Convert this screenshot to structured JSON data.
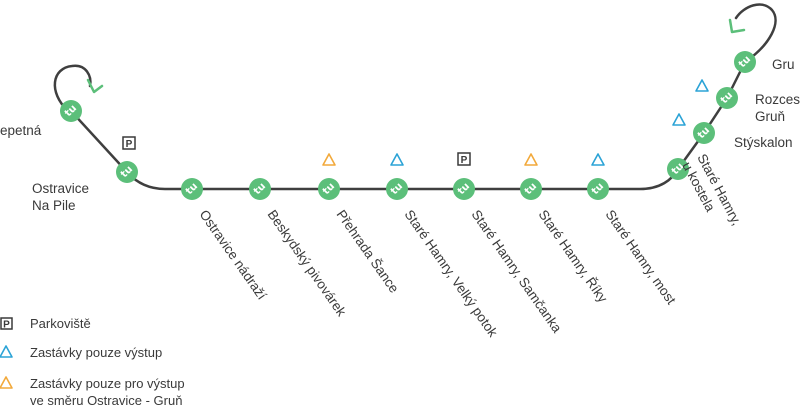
{
  "colors": {
    "line": "#3f3f3f",
    "stop": "#5cbf7a",
    "arrow": "#5cbf7a",
    "exit_only": "#2ba3d6",
    "exit_direction": "#f2a93b",
    "parking": "#3a3a3a"
  },
  "stops": [
    {
      "name": "Ostravice, Lepetná",
      "shown_label": "epetná",
      "bus_icon": "tu"
    },
    {
      "name": "Ostravice Na Pile",
      "label_lines": [
        "Ostravice",
        "Na Pile"
      ],
      "bus_icon": "tu",
      "marker": "parking"
    },
    {
      "name": "Ostravice nádraží",
      "bus_icon": "tu"
    },
    {
      "name": "Beskydský pivovárek",
      "bus_icon": "tu"
    },
    {
      "name": "Přehrada Šance",
      "bus_icon": "tu",
      "marker": "exit_direction"
    },
    {
      "name": "Staré Hamry, Velký potok",
      "bus_icon": "tu",
      "marker": "exit_only"
    },
    {
      "name": "Staré Hamry, Samčanka",
      "bus_icon": "tu",
      "marker": "parking"
    },
    {
      "name": "Staré Hamry, Říky",
      "bus_icon": "tu",
      "marker": "exit_direction"
    },
    {
      "name": "Staré Hamry, most",
      "bus_icon": "tu",
      "marker": "exit_only"
    },
    {
      "name": "Staré Hamry, u kostela",
      "label_lines": [
        "Staré Hamry,",
        "u kostela"
      ],
      "bus_icon": "tu"
    },
    {
      "name": "Stýskalonka",
      "shown_label": "Stýskalon",
      "bus_icon": "tu",
      "marker": "exit_only"
    },
    {
      "name": "Rozcestí Gruň",
      "label_lines": [
        "Rozces",
        "Gruň"
      ],
      "bus_icon": "tu",
      "marker": "exit_only"
    },
    {
      "name": "Gruň",
      "shown_label": "Gru",
      "bus_icon": "tu"
    }
  ],
  "legend": {
    "parking_symbol": "P",
    "parking": "Parkoviště",
    "exit_only": "Zastávky pouze výstup",
    "exit_direction_lines": [
      "Zastávky pouze pro výstup",
      "ve směru Ostravice - Gruň"
    ]
  }
}
